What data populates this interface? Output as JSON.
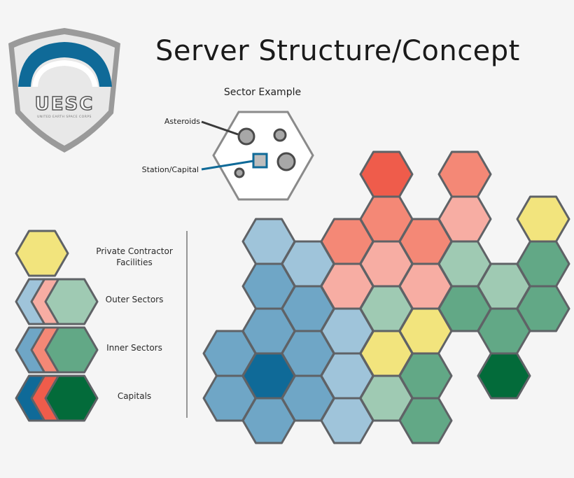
{
  "title": "Server Structure/Concept",
  "logo": {
    "text": "UESC",
    "subtitle": "UNITED EARTH SPACE CORPS"
  },
  "sector_example": {
    "heading": "Sector Example",
    "asteroids_label": "Asteroids",
    "station_label": "Station/Capital"
  },
  "legend": [
    {
      "key": "private",
      "label": "Private Contractor Facilities",
      "label_lines": [
        "Private Contractor",
        "Facilities"
      ]
    },
    {
      "key": "outer",
      "label": "Outer Sectors"
    },
    {
      "key": "inner",
      "label": "Inner Sectors"
    },
    {
      "key": "capital",
      "label": "Capitals"
    }
  ],
  "colors": {
    "private": "#f2e47d",
    "outer_blue": "#9fc4da",
    "outer_red": "#f7ada3",
    "outer_green": "#9fcab3",
    "inner_blue": "#6fa6c6",
    "inner_red": "#f48876",
    "inner_green": "#62a886",
    "capital_blue": "#0f6a98",
    "capital_red": "#ef5c4b",
    "capital_green": "#036b3a",
    "outline": "#5f6266",
    "station": "#0f6a98",
    "logo_blue": "#0f6a98"
  }
}
